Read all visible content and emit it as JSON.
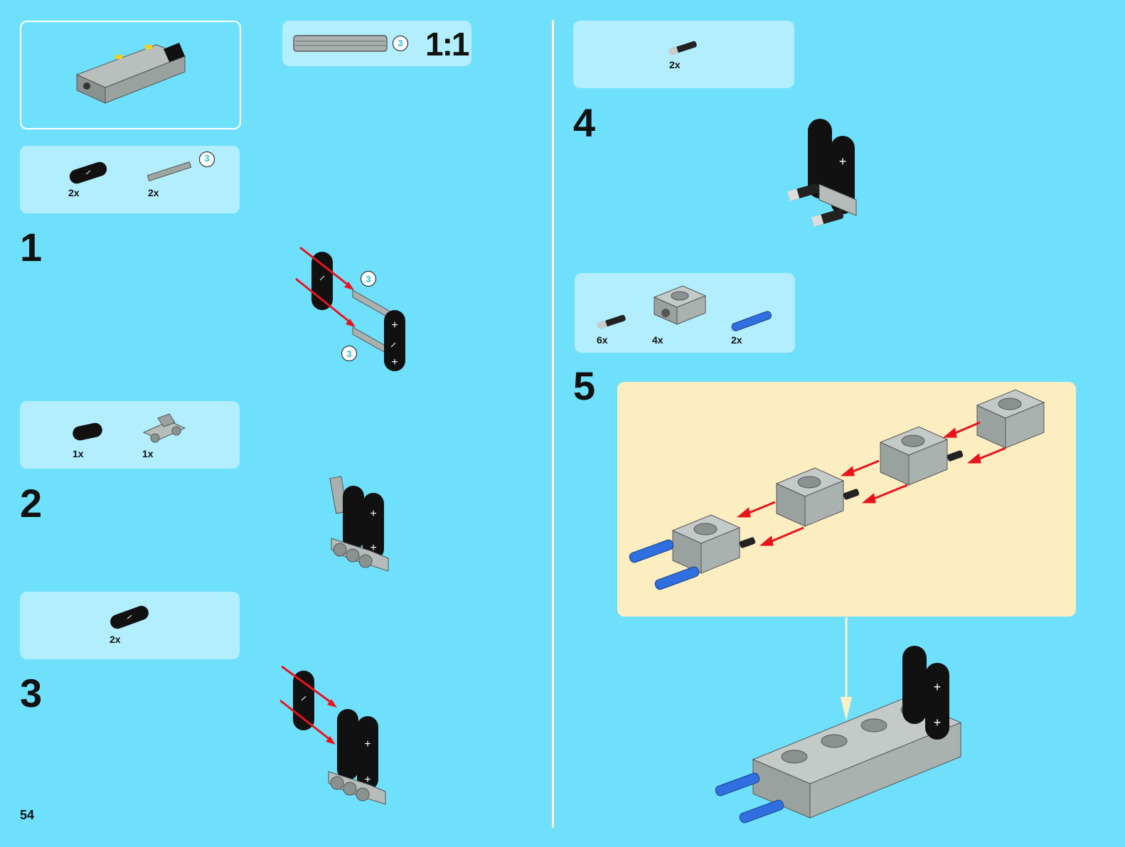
{
  "page": {
    "number": "54"
  },
  "scale": {
    "label": "1:1",
    "length_badge": "3"
  },
  "steps": [
    {
      "number": "1",
      "parts": [
        {
          "qty": "2x",
          "name": "black-liftarm-icon"
        },
        {
          "qty": "2x",
          "name": "axle-3-icon",
          "badge": "3"
        }
      ],
      "badges": [
        "3",
        "3"
      ]
    },
    {
      "number": "2",
      "parts": [
        {
          "qty": "1x",
          "name": "black-liftarm-icon"
        },
        {
          "qty": "1x",
          "name": "gray-connector-icon"
        }
      ]
    },
    {
      "number": "3",
      "parts": [
        {
          "qty": "2x",
          "name": "black-liftarm-icon"
        }
      ]
    },
    {
      "number": "4",
      "parts": [
        {
          "qty": "2x",
          "name": "pin-with-bush-icon"
        }
      ]
    },
    {
      "number": "5",
      "parts": [
        {
          "qty": "6x",
          "name": "pin-with-bush-icon"
        },
        {
          "qty": "4x",
          "name": "gray-hub-block-icon"
        },
        {
          "qty": "2x",
          "name": "blue-axle-pin-icon"
        }
      ]
    }
  ],
  "colors": {
    "background": "#6fe0fc",
    "panel": "#b2eefd",
    "callout": "#fdeec2",
    "arrow": "#e8141c",
    "brick_black": "#111111",
    "brick_gray": "#a6aeac",
    "brick_blue": "#2f6fe0"
  }
}
